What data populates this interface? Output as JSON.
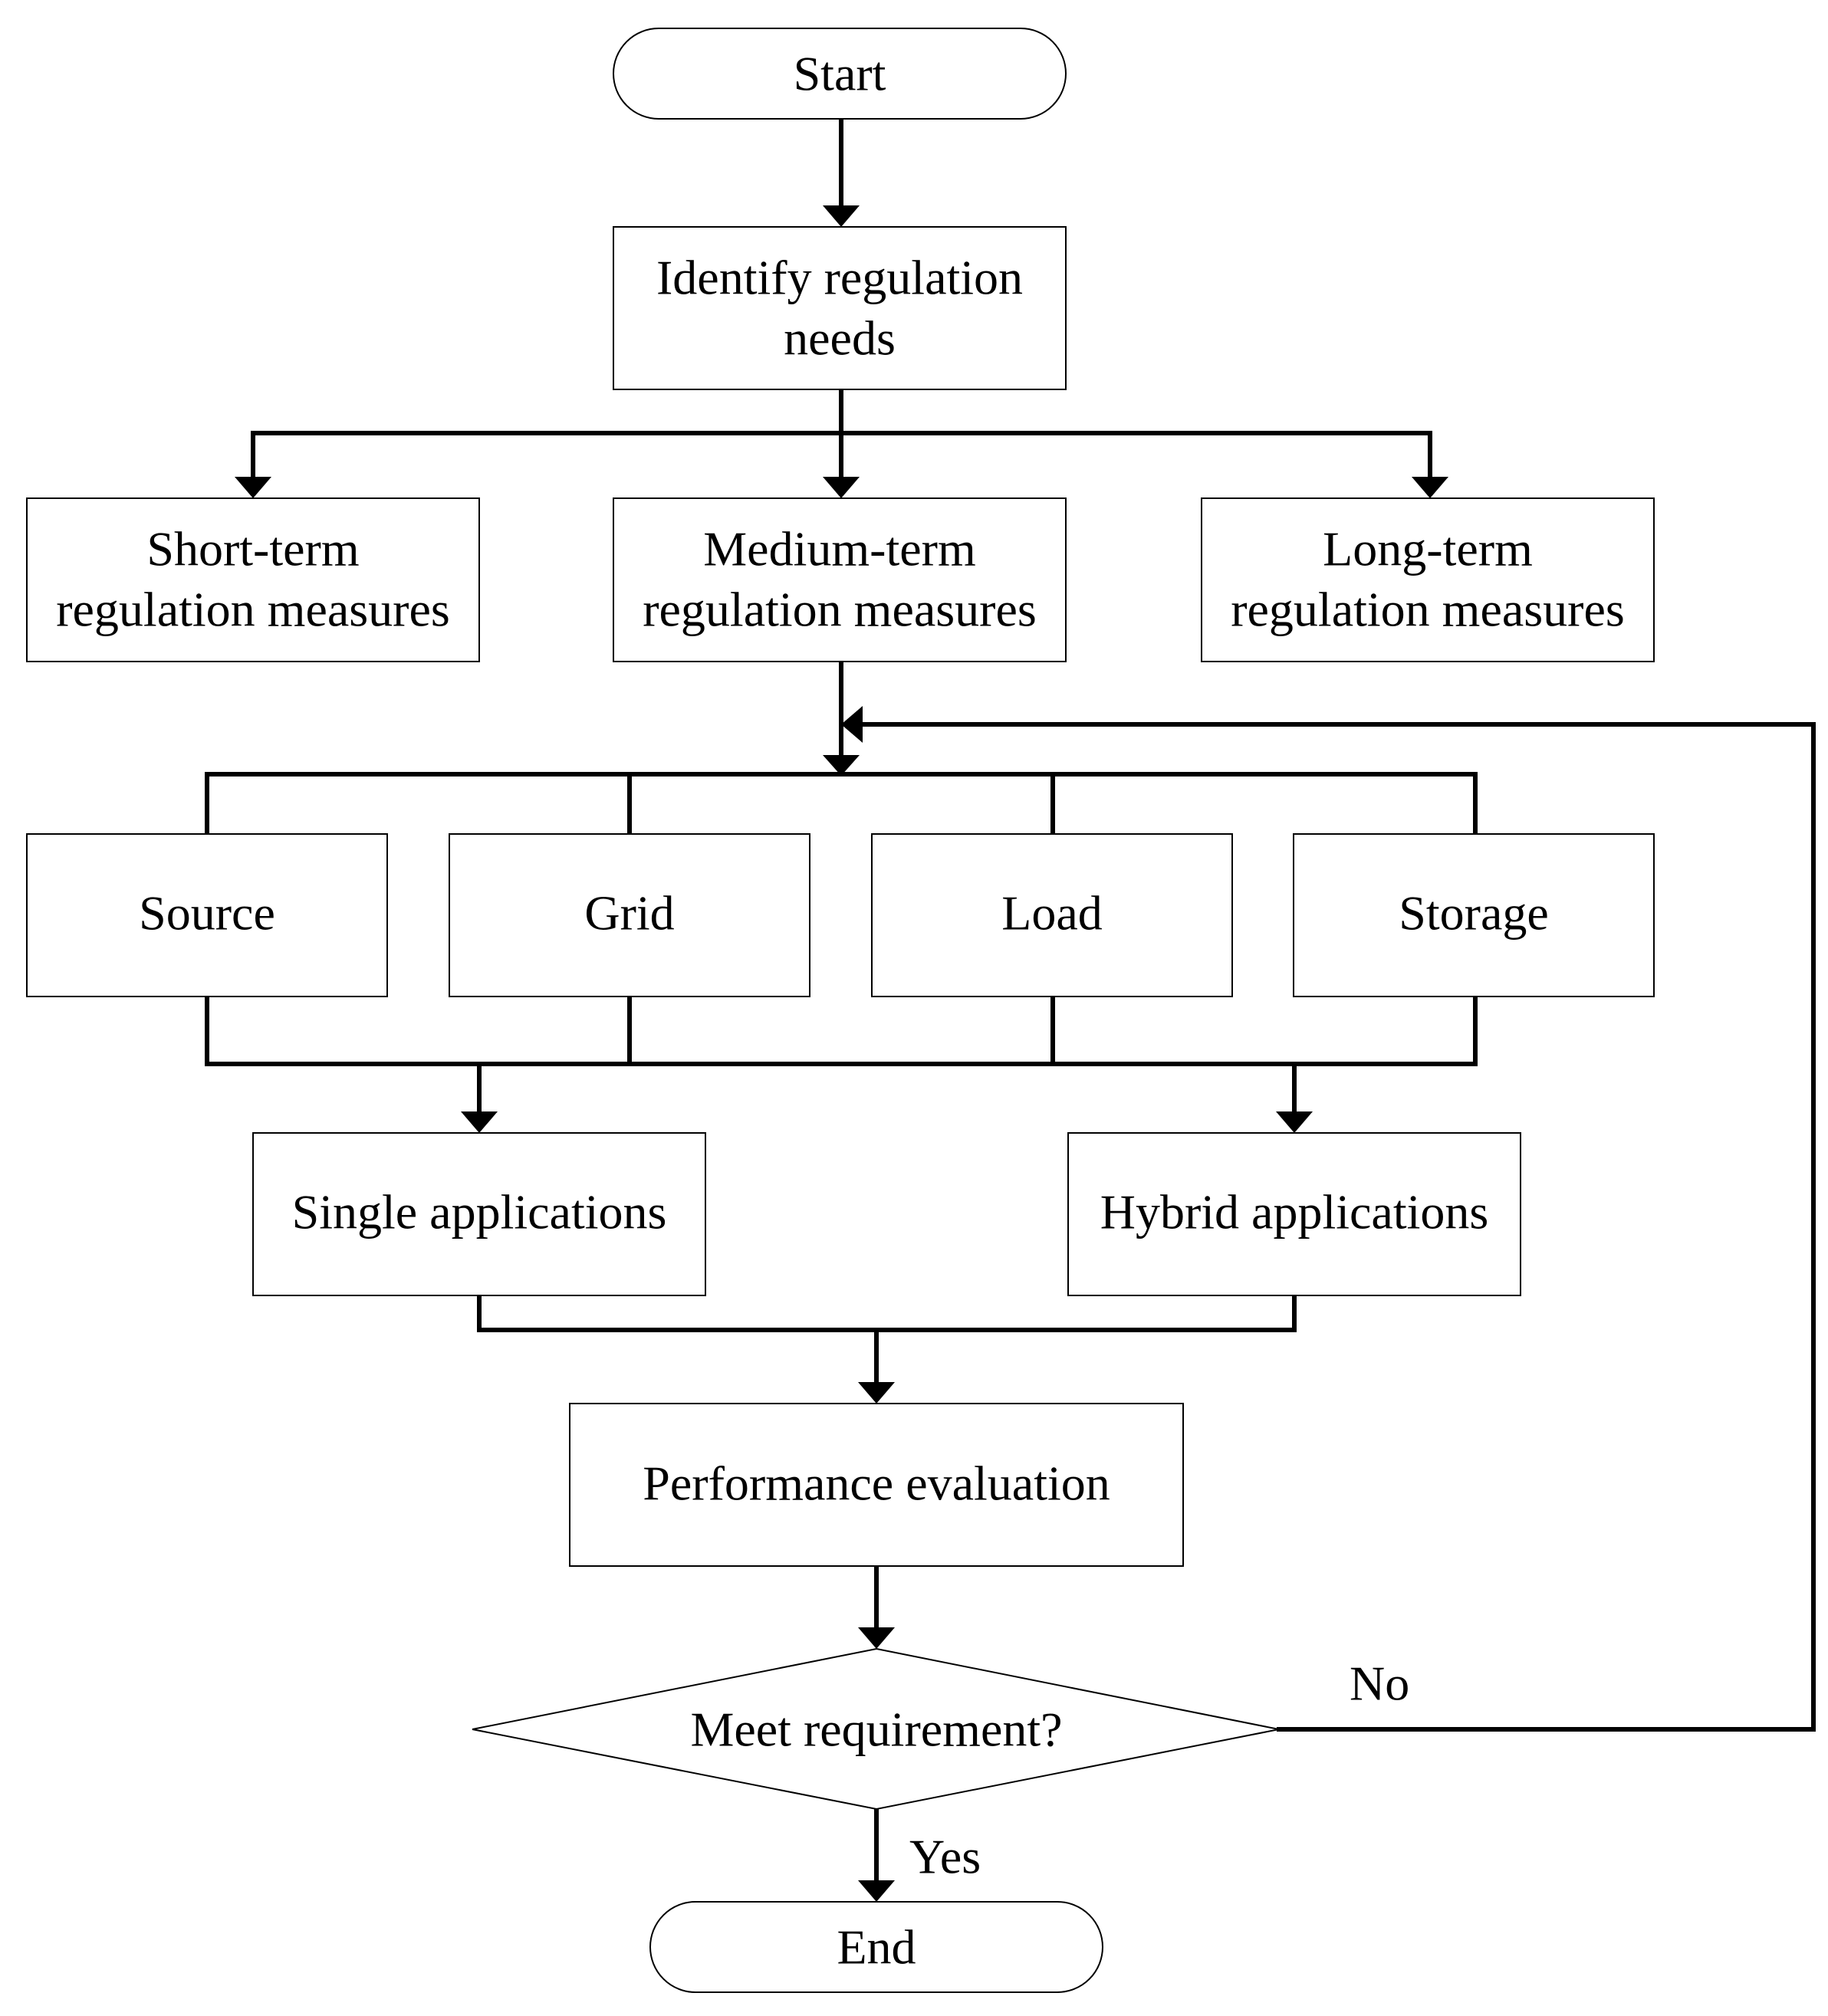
{
  "nodes": {
    "start": "Start",
    "identify_line1": "Identify regulation",
    "identify_line2": "needs",
    "short_line1": "Short-term",
    "short_line2": "regulation measures",
    "medium_line1": "Medium-term",
    "medium_line2": "regulation measures",
    "long_line1": "Long-term",
    "long_line2": "regulation measures",
    "source": "Source",
    "grid": "Grid",
    "load": "Load",
    "storage": "Storage",
    "single": "Single applications",
    "hybrid": "Hybrid applications",
    "performance": "Performance evaluation",
    "decision": "Meet requirement?",
    "end": "End"
  },
  "edge_labels": {
    "no": "No",
    "yes": "Yes"
  }
}
